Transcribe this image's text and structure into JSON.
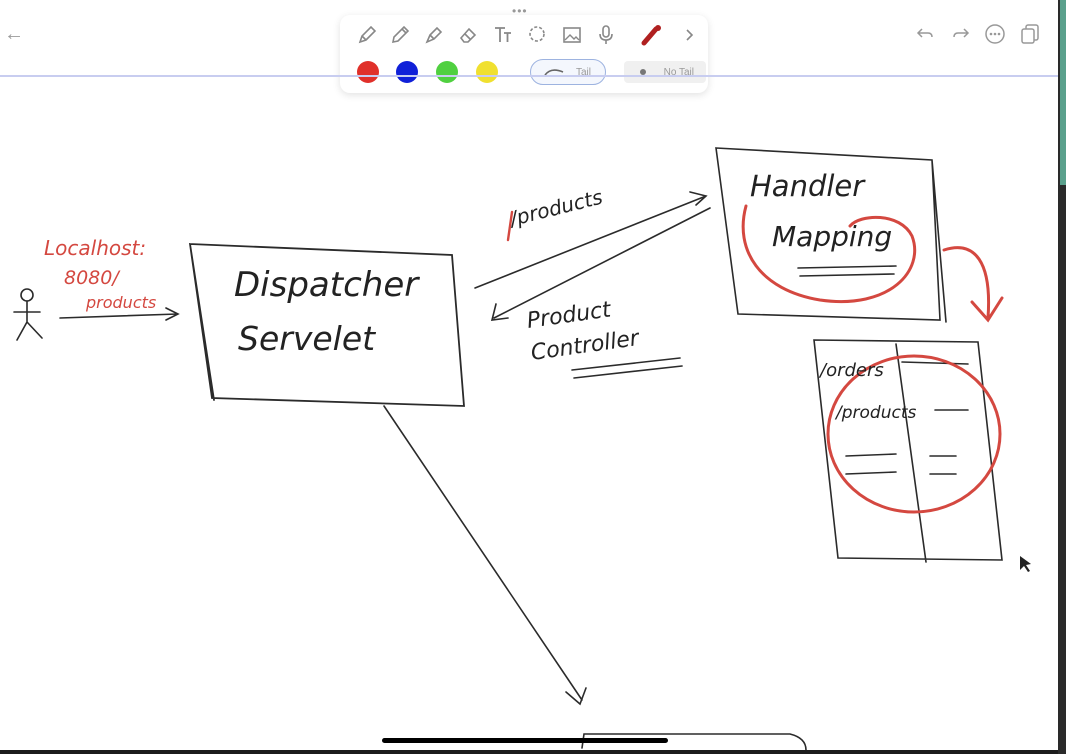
{
  "toolbar": {
    "tools": [
      "pen-icon",
      "pencil-icon",
      "highlighter-icon",
      "eraser-icon",
      "text-icon",
      "lasso-icon",
      "image-icon",
      "microphone-icon",
      "laser-pointer-icon",
      "chevron-right-icon"
    ],
    "colors": [
      "#e0302a",
      "#1020d8",
      "#50d040",
      "#f0e030"
    ],
    "tail_label": "Tail",
    "no_tail_label": "No Tail"
  },
  "header_actions": [
    "undo-icon",
    "redo-icon",
    "more-icon",
    "pages-icon"
  ],
  "diagram": {
    "localhost_line1": "Localhost:",
    "localhost_line2": "8080/",
    "localhost_line3": "products",
    "dispatcher_line1": "Dispatcher",
    "dispatcher_line2": "Servelet",
    "route_label": "/products",
    "controller_line1": "Product",
    "controller_line2": "Controller",
    "handler_line1": "Handler",
    "handler_line2": "Mapping",
    "table_row1": "/orders",
    "table_row2": "/products"
  }
}
